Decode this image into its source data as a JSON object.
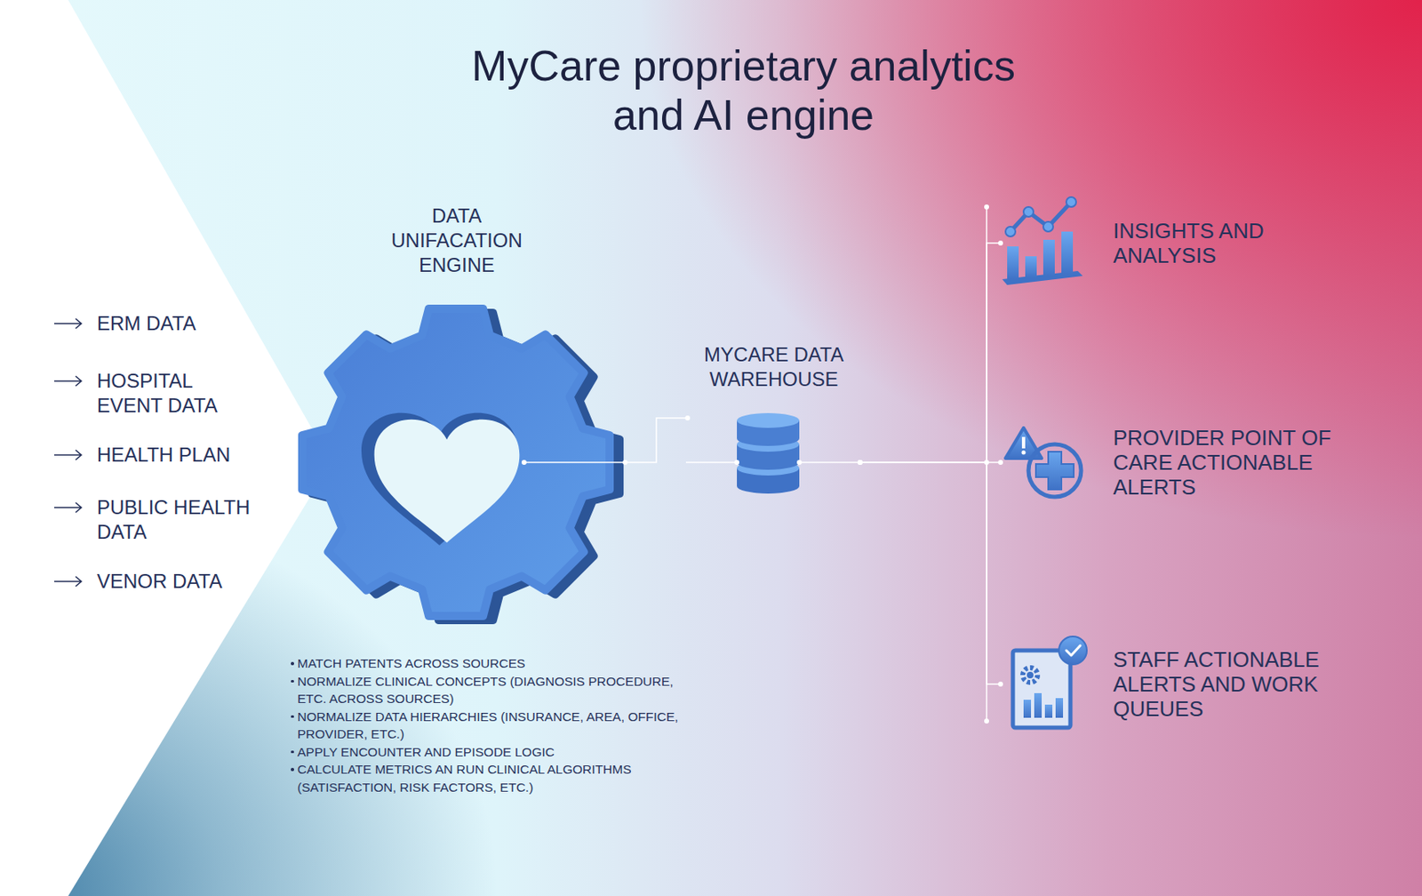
{
  "diagram": {
    "title": "MyCare proprietary analytics and AI engine",
    "nodes": [
      {
        "text": [
          "DATA UNIFACATION ENGINE"
        ]
      },
      {
        "text": [
          "MYCARE DATA WAREHOUSE"
        ]
      },
      {
        "text": [
          "INSIGHTS AND ANALYSIS"
        ]
      },
      {
        "text": [
          "PROVIDER POINT OF CARE ACTIONABLE ALERTS"
        ]
      },
      {
        "text": [
          "STAFF ACTIONABLE ALERTS AND WORK QUEUES"
        ]
      }
    ],
    "edges": [
      {
        "from": 0,
        "to": 1,
        "arrow": "none"
      },
      {
        "from": 1,
        "to": 2,
        "arrow": "none"
      },
      {
        "from": 1,
        "to": 3,
        "arrow": "none"
      },
      {
        "from": 1,
        "to": 4,
        "arrow": "none"
      }
    ],
    "labels": [
      "ERM DATA",
      "HOSPITAL EVENT DATA",
      "HEALTH PLAN",
      "PUBLIC HEALTH DATA",
      "VENOR DATA",
      "MATCH PATENTS ACROSS SOURCES",
      "NORMALIZE CLINICAL CONCEPTS (DIAGNOSIS PROCEDURE, ETC. ACROSS SOURCES)",
      "NORMALIZE DATA HIERARCHIES (INSURANCE, AREA, OFFICE, PROVIDER, ETC.)",
      "APPLY ENCOUNTER AND EPISODE LOGIC",
      "CALCULATE METRICS AN RUN CLINICAL ALGORITHMS (SATISFACTION, RISK FACTORS, ETC.)"
    ]
  }
}
